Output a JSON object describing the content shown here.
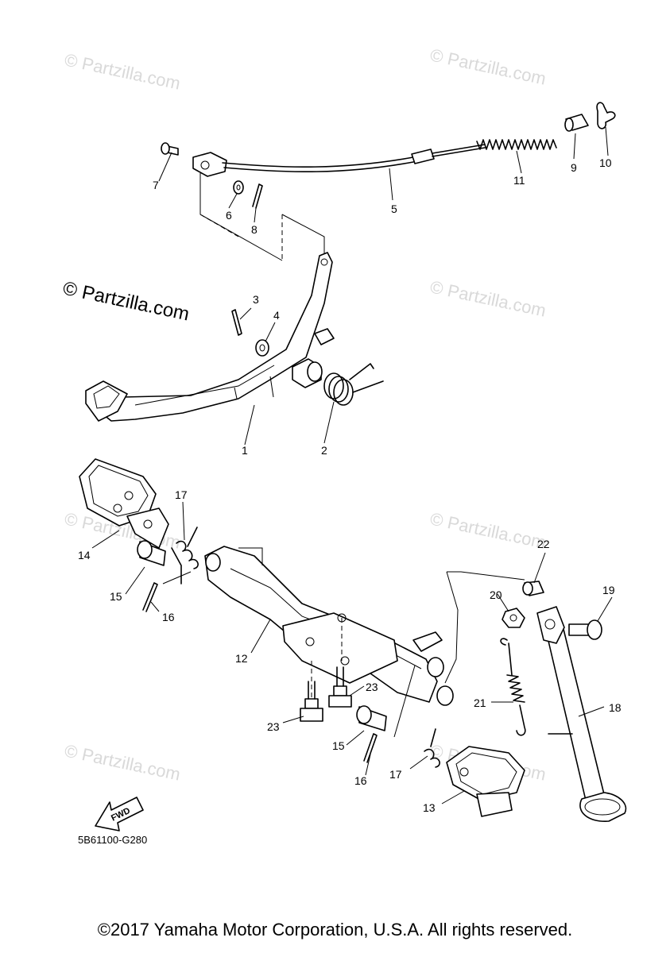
{
  "watermark": "© Partzilla.com",
  "watermark_main": "© Partzilla.com",
  "diagram_code": "5B61100-G280",
  "fwd_label": "FWD",
  "copyright": "©2017 Yamaha Motor Corporation, U.S.A. All rights reserved.",
  "callouts": {
    "c1": "1",
    "c2": "2",
    "c3": "3",
    "c4": "4",
    "c5": "5",
    "c6": "6",
    "c7": "7",
    "c8": "8",
    "c9": "9",
    "c10": "10",
    "c11": "11",
    "c12": "12",
    "c13": "13",
    "c14": "14",
    "c15a": "15",
    "c15b": "15",
    "c16a": "16",
    "c16b": "16",
    "c17a": "17",
    "c17b": "17",
    "c18": "18",
    "c19": "19",
    "c20": "20",
    "c21": "21",
    "c22": "22",
    "c23a": "23",
    "c23b": "23"
  }
}
